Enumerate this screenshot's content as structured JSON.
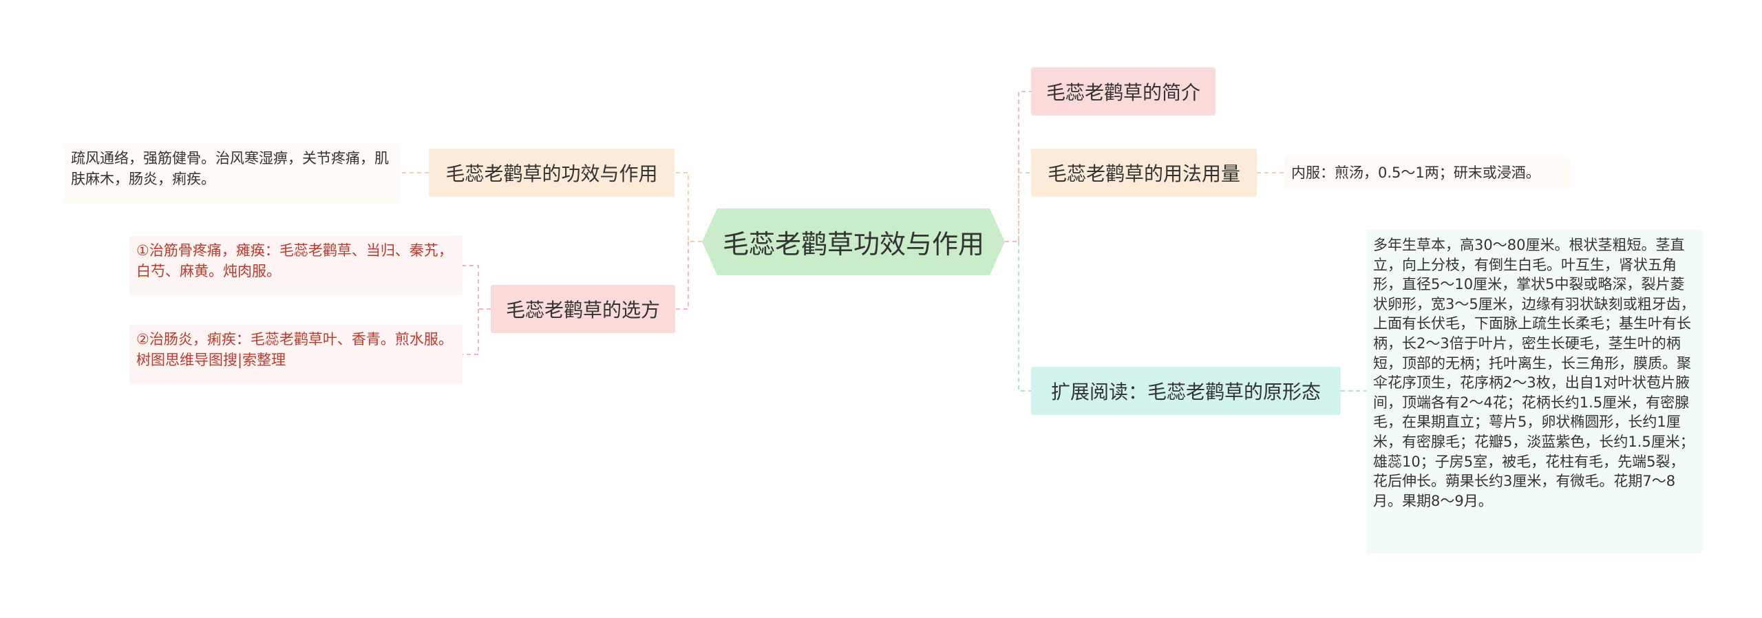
{
  "root": {
    "label": "毛蕊老鹳草功效与作用"
  },
  "branches": {
    "intro": {
      "label": "毛蕊老鹳草的简介"
    },
    "usage": {
      "label": "毛蕊老鹳草的用法用量",
      "detail": "内服：煎汤，0.5～1两；研末或浸酒。"
    },
    "morph": {
      "label": "扩展阅读：毛蕊老鹳草的原形态",
      "detail": "多年生草本，高30～80厘米。根状茎粗短。茎直立，向上分枝，有倒生白毛。叶互生，肾状五角形，直径5～10厘米，掌状5中裂或略深，裂片菱状卵形，宽3～5厘米，边缘有羽状缺刻或粗牙齿，上面有长伏毛，下面脉上疏生长柔毛；基生叶有长柄，长2～3倍于叶片，密生长硬毛，茎生叶的柄短，顶部的无柄；托叶离生，长三角形，膜质。聚伞花序顶生，花序柄2～3枚，出自1对叶状苞片腋间，顶端各有2～4花；花柄长约1.5厘米，有密腺毛，在果期直立；萼片5，卵状椭圆形，长约1厘米，有密腺毛；花瓣5，淡蓝紫色，长约1.5厘米；雄蕊10；子房5室，被毛，花柱有毛，先端5裂，花后伸长。蒴果长约3厘米，有微毛。花期7～8月。果期8～9月。"
    },
    "effect": {
      "label": "毛蕊老鹳草的功效与作用",
      "detail": "疏风通络，强筋健骨。治风寒湿痹，关节疼痛，肌肤麻木，肠炎，痢疾。"
    },
    "recipe": {
      "label": "毛蕊老鹳草的选方",
      "items": [
        "①治筋骨疼痛，瘫痪：毛蕊老鹳草、当归、秦艽，白芍、麻黄。炖肉服。",
        "②治肠炎，痢疾：毛蕊老鹳草叶、香青。煎水服。树图思维导图搜|索整理"
      ]
    }
  },
  "colors": {
    "root_fill": "#c9ecc9",
    "pink": "#fbdada",
    "peach": "#fdebd9",
    "mint": "#d3f3ef",
    "recipe_text": "#c0392b"
  }
}
